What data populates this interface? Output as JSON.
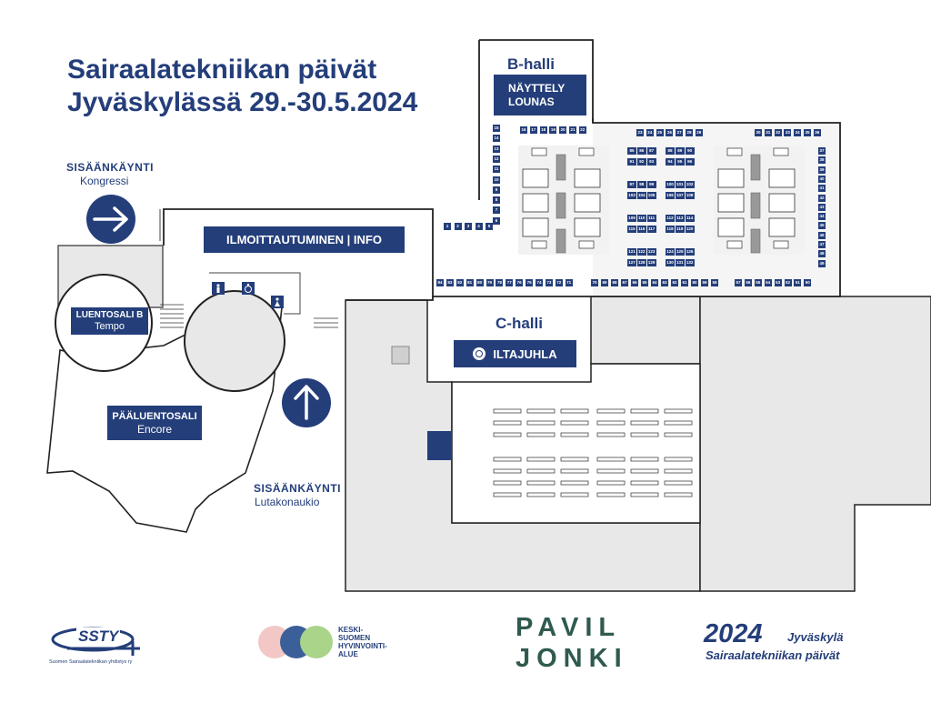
{
  "title": {
    "line1": "Sairaalatekniikan päivät",
    "line2": "Jyväskylässä 29.-30.5.2024"
  },
  "halls": {
    "b_halli": "B-halli",
    "c_halli": "C-halli"
  },
  "labels": {
    "nayttely": "NÄYTTELY",
    "lounas": "LOUNAS",
    "ilmoittautuminen": "ILMOITTAUTUMINEN | INFO",
    "iltajuhla": "ILTAJUHLA",
    "luentosali_b": "LUENTOSALI B",
    "luentosali_b_sub": "Tempo",
    "paaluentosali": "PÄÄLUENTOSALI",
    "paaluentosali_sub": "Encore"
  },
  "entrances": {
    "kongressi_title": "SISÄÄNKÄYNTI",
    "kongressi_sub": "Kongressi",
    "lutakonaukio_title": "SISÄÄNKÄYNTI",
    "lutakonaukio_sub": "Lutakonaukio"
  },
  "booths": {
    "left_column": [
      "15",
      "14",
      "13",
      "12",
      "11",
      "10",
      "9",
      "8",
      "7",
      "6"
    ],
    "row_entrance": [
      "1",
      "2",
      "3",
      "4",
      "5"
    ],
    "top_left": [
      "16",
      "17",
      "18",
      "19",
      "20",
      "21",
      "22"
    ],
    "top_mid": [
      "23",
      "24",
      "25",
      "26",
      "27",
      "28",
      "29"
    ],
    "top_right": [
      "30",
      "31",
      "32",
      "33",
      "34",
      "35",
      "36"
    ],
    "right_column": [
      "37",
      "38",
      "39",
      "40",
      "41",
      "42",
      "43",
      "44",
      "45",
      "46",
      "47",
      "48",
      "49"
    ],
    "bottom_left": [
      "84",
      "83",
      "82",
      "81",
      "80",
      "79",
      "78",
      "77",
      "76",
      "75",
      "74",
      "73",
      "72",
      "71"
    ],
    "bottom_mid": [
      "70",
      "69",
      "68",
      "67",
      "66",
      "65",
      "64",
      "63",
      "62",
      "61",
      "60",
      "59",
      "58"
    ],
    "bottom_right": [
      "57",
      "56",
      "55",
      "54",
      "53",
      "52",
      "51",
      "50"
    ],
    "center_blocks": [
      [
        "85",
        "86",
        "87"
      ],
      [
        "91",
        "92",
        "93"
      ],
      [
        "88",
        "89",
        "90"
      ],
      [
        "94",
        "95",
        "96"
      ],
      [
        "97",
        "98",
        "99"
      ],
      [
        "103",
        "104",
        "105"
      ],
      [
        "100",
        "101",
        "102"
      ],
      [
        "106",
        "107",
        "108"
      ],
      [
        "109",
        "110",
        "111"
      ],
      [
        "115",
        "116",
        "117"
      ],
      [
        "112",
        "113",
        "114"
      ],
      [
        "118",
        "119",
        "120"
      ],
      [
        "121",
        "122",
        "123"
      ],
      [
        "127",
        "128",
        "129"
      ],
      [
        "124",
        "125",
        "126"
      ],
      [
        "130",
        "131",
        "132"
      ]
    ]
  },
  "logos": {
    "ssty": "SSTY",
    "ssty_sub": "Suomen Sairaalatekniikan yhdistys ry",
    "keski_suomen": [
      "KESKI-",
      "SUOMEN",
      "HYVINVOINTI-",
      "ALUE"
    ],
    "paviljonki_1": "PAVIL",
    "paviljonki_2": "JONKI",
    "year": "2024",
    "event_city": "Jyväskylä",
    "event_name": "Sairaalatekniikan päivät"
  },
  "colors": {
    "navy": "#243e7a",
    "gray_area": "#e8e8e8",
    "keski_pink": "#f2c7c5",
    "keski_blue": "#3b5f99",
    "keski_green": "#a9d48a",
    "paviljonki_green": "#2f5a4f"
  },
  "icons": [
    "arrow-right-icon",
    "arrow-up-icon",
    "male-toilet-icon",
    "accessible-toilet-icon",
    "female-toilet-icon",
    "dining-icon"
  ]
}
